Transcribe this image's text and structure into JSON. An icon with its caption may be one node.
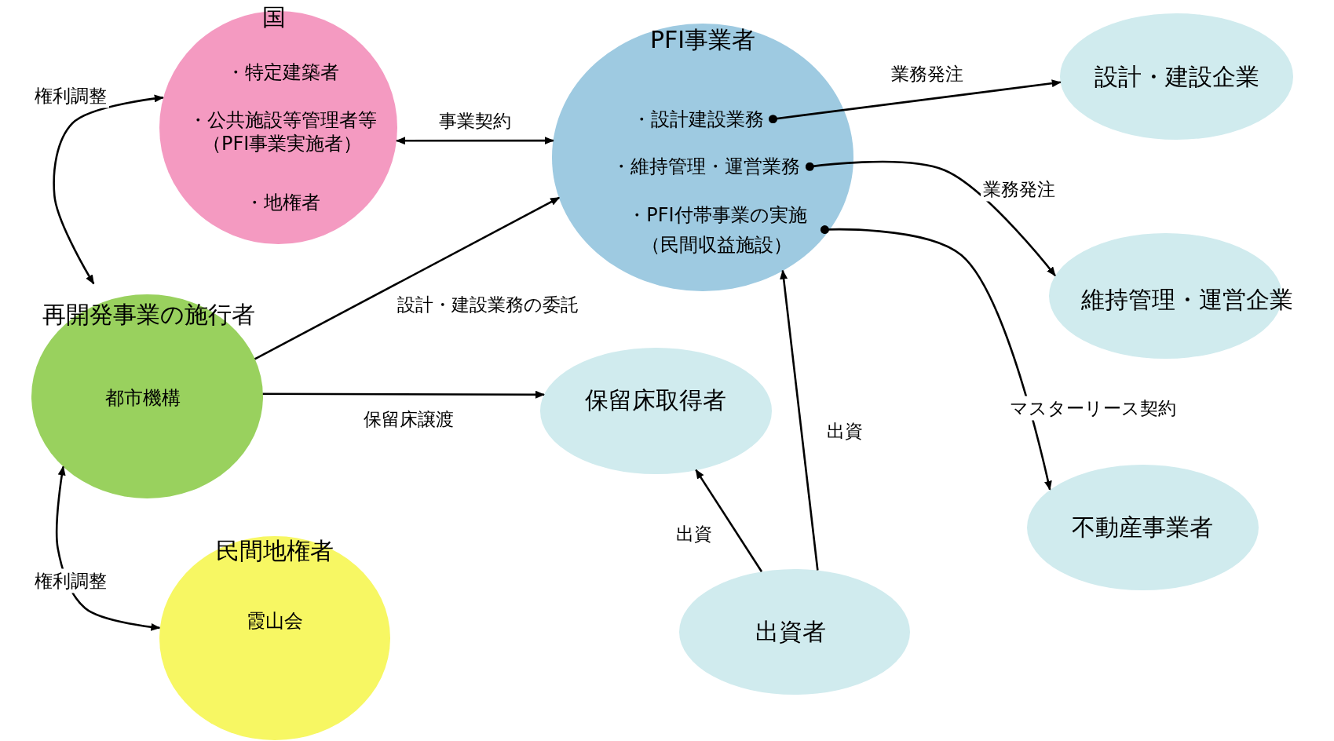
{
  "diagram": {
    "nodes": [
      {
        "text": [
          "国",
          "・特定建築者",
          "・公共施設等管理者等（PFI事業実施者）",
          "・地権者"
        ]
      },
      {
        "text": [
          "PFI事業者"
        ]
      },
      {
        "text": [
          "・設計建設業務"
        ],
        "in": 1
      },
      {
        "text": [
          "・維持管理・運営業務"
        ],
        "in": 1
      },
      {
        "text": [
          "・PFI付帯事業の実施（民間収益施設）"
        ],
        "in": 1
      },
      {
        "text": [
          "設計・建設企業"
        ]
      },
      {
        "text": [
          "維持管理・運営企業"
        ]
      },
      {
        "text": [
          "再開発事業の施行者",
          "都市機構"
        ]
      },
      {
        "text": [
          "保留床取得者"
        ]
      },
      {
        "text": [
          "不動産事業者"
        ]
      },
      {
        "text": [
          "民間地権者",
          "霞山会"
        ]
      },
      {
        "text": [
          "出資者"
        ]
      }
    ],
    "edges": [
      {
        "from": 0,
        "to": 7,
        "arrow": "both",
        "label": "権利調整"
      },
      {
        "from": 0,
        "to": 1,
        "arrow": "both",
        "label": "事業契約"
      },
      {
        "from": 2,
        "to": 5,
        "arrow": "to",
        "label": "業務発注"
      },
      {
        "from": 3,
        "to": 6,
        "arrow": "to",
        "label": "業務発注"
      },
      {
        "from": 4,
        "to": 9,
        "arrow": "to",
        "label": "マスターリース契約"
      },
      {
        "from": 7,
        "to": 1,
        "arrow": "to",
        "label": "設計・建設業務の委託"
      },
      {
        "from": 7,
        "to": 8,
        "arrow": "to",
        "label": "保留床譲渡"
      },
      {
        "from": 7,
        "to": 10,
        "arrow": "both",
        "label": "権利調整"
      },
      {
        "from": 11,
        "to": 8,
        "arrow": "to",
        "label": "出資"
      },
      {
        "from": 11,
        "to": 1,
        "arrow": "to",
        "label": "出資"
      }
    ]
  }
}
